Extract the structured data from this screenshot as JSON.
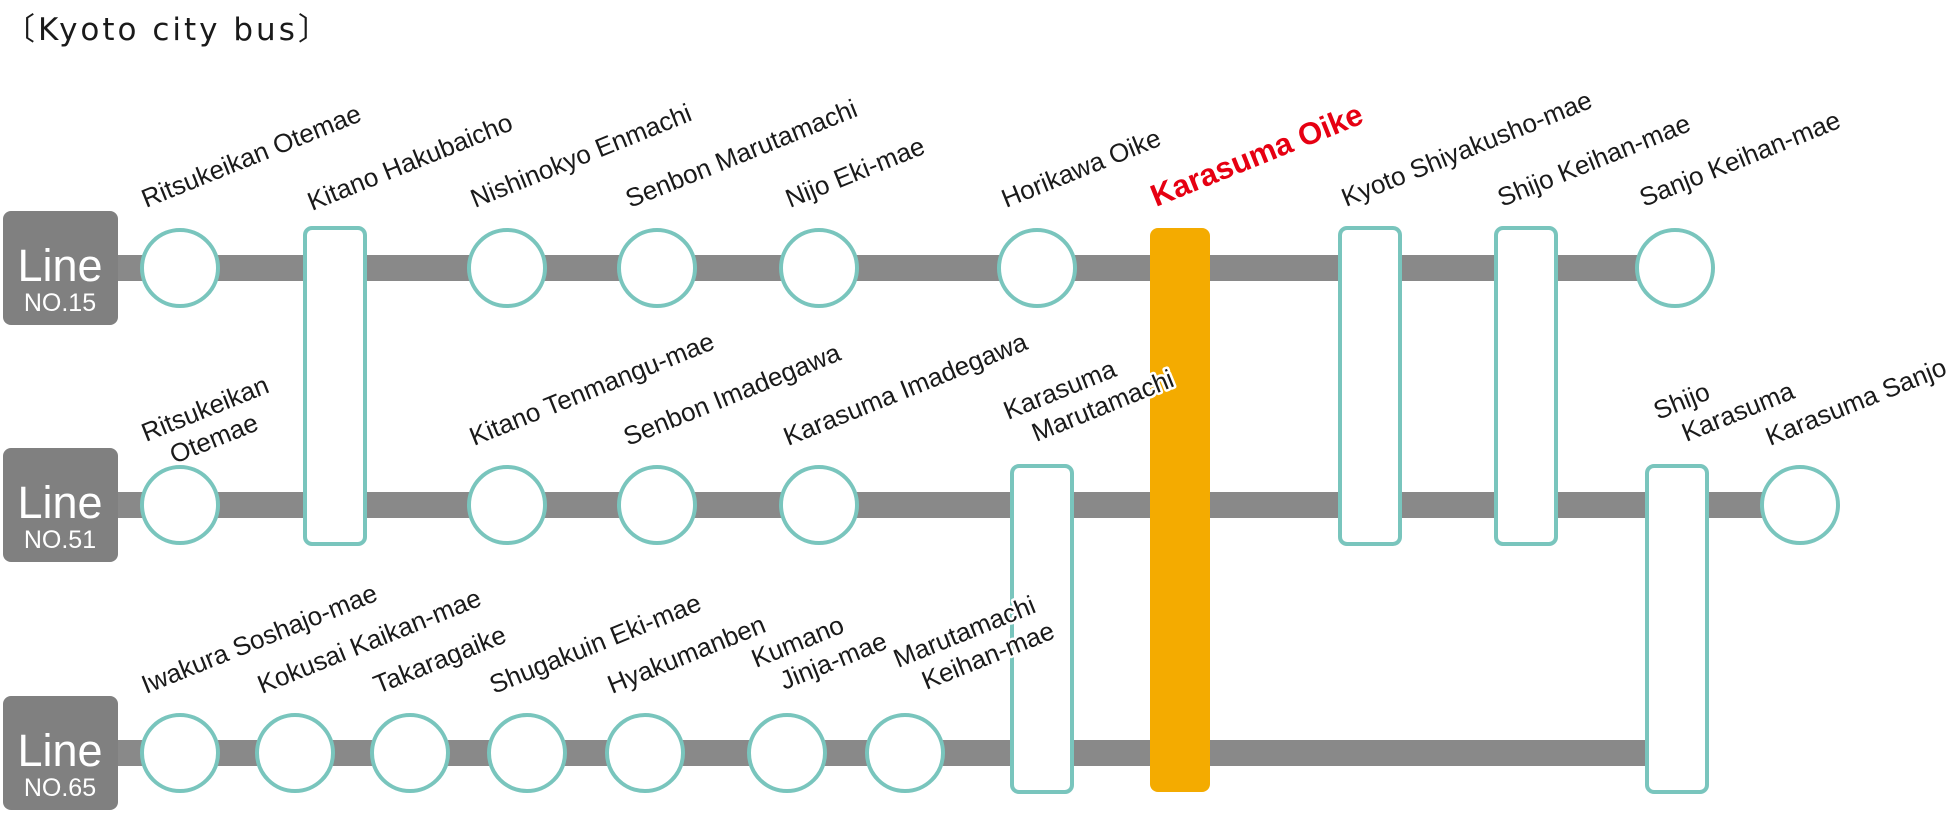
{
  "title": "〔Kyoto city bus〕",
  "colors": {
    "track": "#898989",
    "stop_outline": "#79c5bd",
    "highlight": "#f4ab00",
    "highlight_text": "#e60012",
    "badge": "#808080"
  },
  "lines": [
    {
      "id": "l15",
      "word": "Line",
      "number": "NO.15"
    },
    {
      "id": "l51",
      "word": "Line",
      "number": "NO.51"
    },
    {
      "id": "l65",
      "word": "Line",
      "number": "NO.65"
    }
  ],
  "stops": [
    {
      "id": "s01",
      "label": [
        "Ritsukeikan Otemae"
      ]
    },
    {
      "id": "s02",
      "label": [
        "Kitano Hakubaicho"
      ]
    },
    {
      "id": "s03",
      "label": [
        "Nishinokyo Enmachi"
      ]
    },
    {
      "id": "s04",
      "label": [
        "Senbon Marutamachi"
      ]
    },
    {
      "id": "s05",
      "label": [
        "Nijo Eki-mae"
      ]
    },
    {
      "id": "s06",
      "label": [
        "Horikawa Oike"
      ]
    },
    {
      "id": "s07",
      "label": [
        "Karasuma Oike"
      ],
      "highlight": true
    },
    {
      "id": "s08",
      "label": [
        "Kyoto Shiyakusho-mae"
      ]
    },
    {
      "id": "s09",
      "label": [
        "Shijo Keihan-mae"
      ]
    },
    {
      "id": "s10",
      "label": [
        "Sanjo Keihan-mae"
      ]
    },
    {
      "id": "s11",
      "label": [
        "Ritsukeikan",
        "Otemae"
      ]
    },
    {
      "id": "s12",
      "label": [
        "Kitano Tenmangu-mae"
      ]
    },
    {
      "id": "s13",
      "label": [
        "Senbon Imadegawa"
      ]
    },
    {
      "id": "s14",
      "label": [
        "Karasuma Imadegawa"
      ]
    },
    {
      "id": "s15",
      "label": [
        "Karasuma",
        "Marutamachi"
      ]
    },
    {
      "id": "s16",
      "label": [
        "Shijo",
        "Karasuma"
      ]
    },
    {
      "id": "s17",
      "label": [
        "Karasuma Sanjo"
      ]
    },
    {
      "id": "s18",
      "label": [
        "Iwakura Soshajo-mae"
      ]
    },
    {
      "id": "s19",
      "label": [
        "Kokusai Kaikan-mae"
      ]
    },
    {
      "id": "s20",
      "label": [
        "Takaragaike"
      ]
    },
    {
      "id": "s21",
      "label": [
        "Shugakuin Eki-mae"
      ]
    },
    {
      "id": "s22",
      "label": [
        "Hyakumanben"
      ]
    },
    {
      "id": "s23",
      "label": [
        "Kumano",
        "Jinja-mae"
      ]
    },
    {
      "id": "s24",
      "label": [
        "Marutamachi",
        "Keihan-mae"
      ]
    }
  ]
}
